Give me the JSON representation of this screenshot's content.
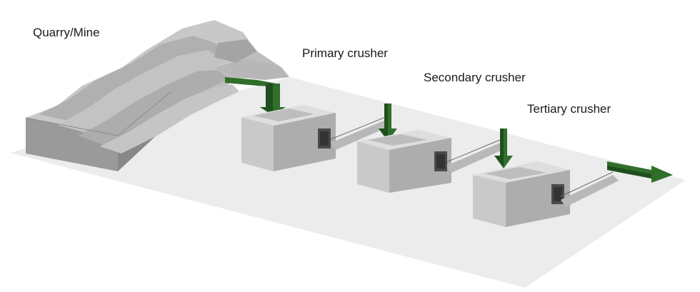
{
  "labels": {
    "quarry": "Quarry/Mine",
    "primary": "Primary crusher",
    "secondary": "Secondary crusher",
    "tertiary": "Tertiary crusher"
  },
  "colors": {
    "ground": "#ececec",
    "rock_light": "#c4c4c4",
    "rock_mid": "#a9a9a9",
    "rock_dark": "#8d8d8d",
    "box_front": "#c9c9c9",
    "box_side": "#adadad",
    "box_top": "#dedede",
    "arrow_green": "#2f6f2a",
    "arrow_green_dark": "#1f4f1c"
  }
}
